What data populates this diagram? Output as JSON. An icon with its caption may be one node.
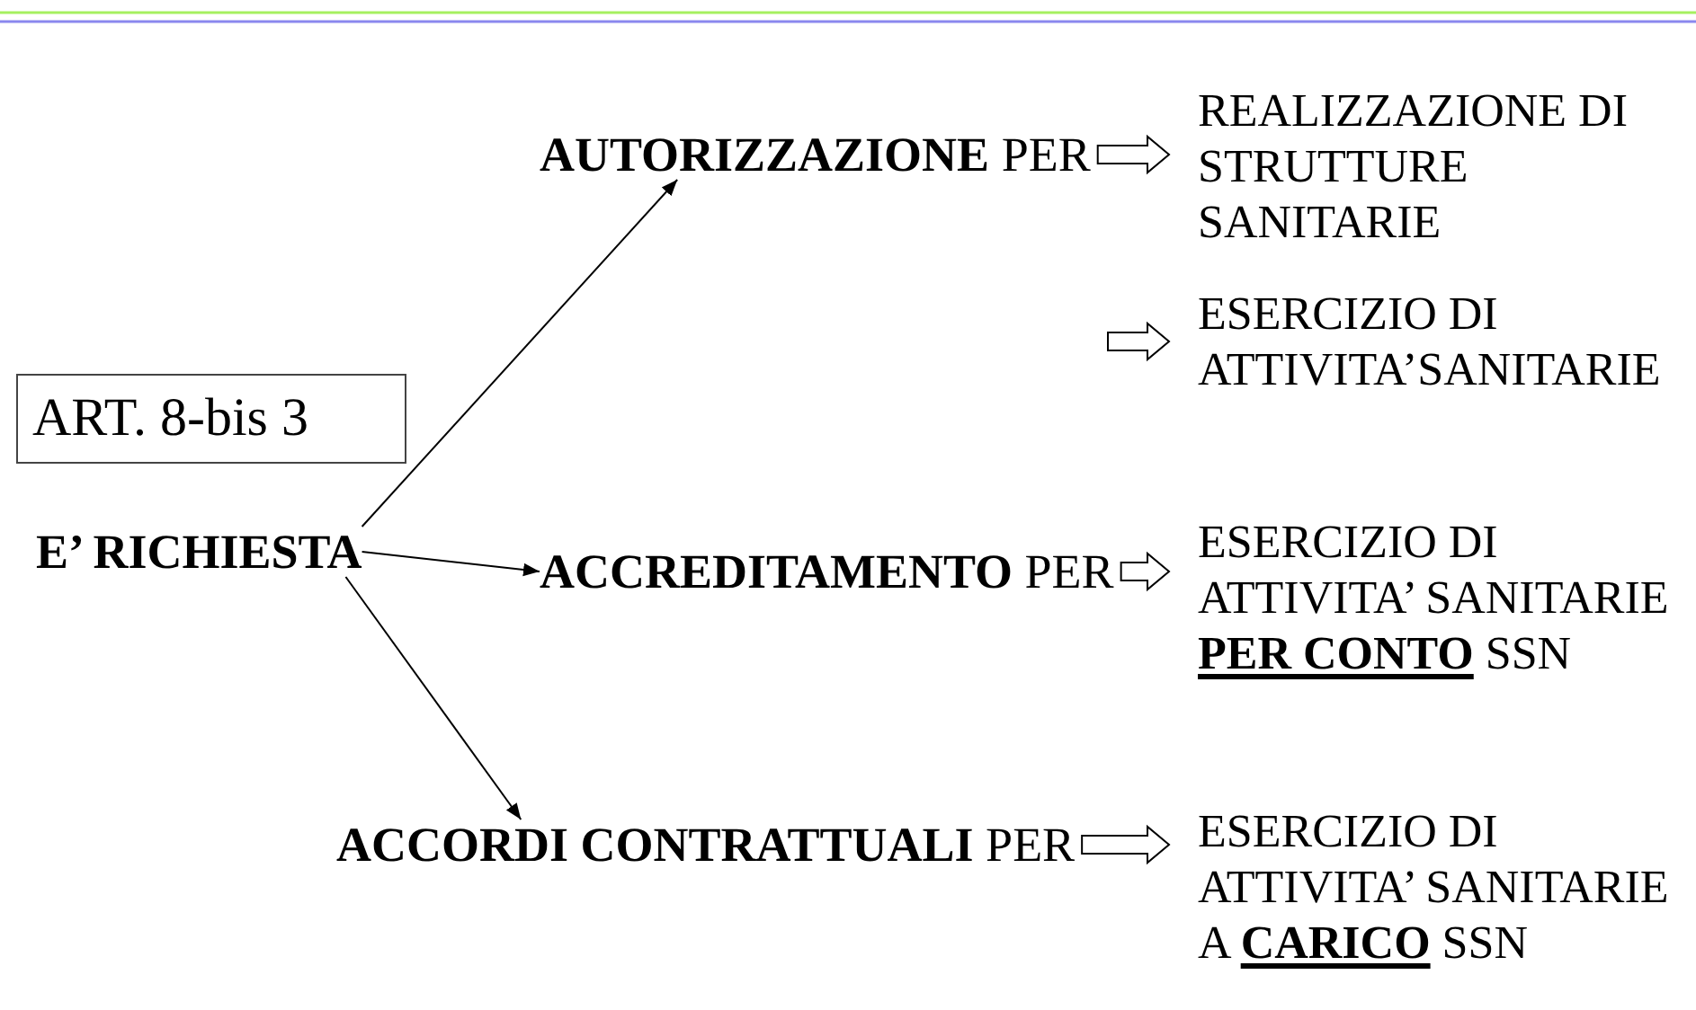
{
  "diagram": {
    "nodes": [
      {
        "text": [
          "ART. 8-bis 3"
        ]
      },
      {
        "text": [
          "E’ RICHIESTA"
        ]
      },
      {
        "text": [
          "**AUTORIZZAZIONE** PER"
        ]
      },
      {
        "text": [
          "REALIZZAZIONE DI STRUTTURE SANITARIE"
        ]
      },
      {
        "text": [
          "ESERCIZIO DI ATTIVITA’SANITARIE"
        ]
      },
      {
        "text": [
          "**ACCREDITAMENTO** PER"
        ]
      },
      {
        "text": [
          "ESERCIZIO DI ATTIVITA’ SANITARIE **PER CONTO** SSN"
        ]
      },
      {
        "text": [
          "**ACCORDI CONTRATTUALI** PER"
        ]
      },
      {
        "text": [
          "ESERCIZIO DI ATTIVITA’ SANITARIE A **CARICO** SSN"
        ]
      }
    ],
    "edges": [
      {
        "from": 1,
        "to": 2,
        "arrow": "to"
      },
      {
        "from": 1,
        "to": 5,
        "arrow": "to"
      },
      {
        "from": 1,
        "to": 7,
        "arrow": "to"
      },
      {
        "from": 2,
        "to": 3,
        "arrow": "to",
        "style": "thick"
      },
      {
        "from": null,
        "to": 4,
        "arrow": "to",
        "style": "thick"
      },
      {
        "from": 5,
        "to": 6,
        "arrow": "to",
        "style": "thick"
      },
      {
        "from": 7,
        "to": 8,
        "arrow": "to",
        "style": "thick"
      }
    ]
  }
}
